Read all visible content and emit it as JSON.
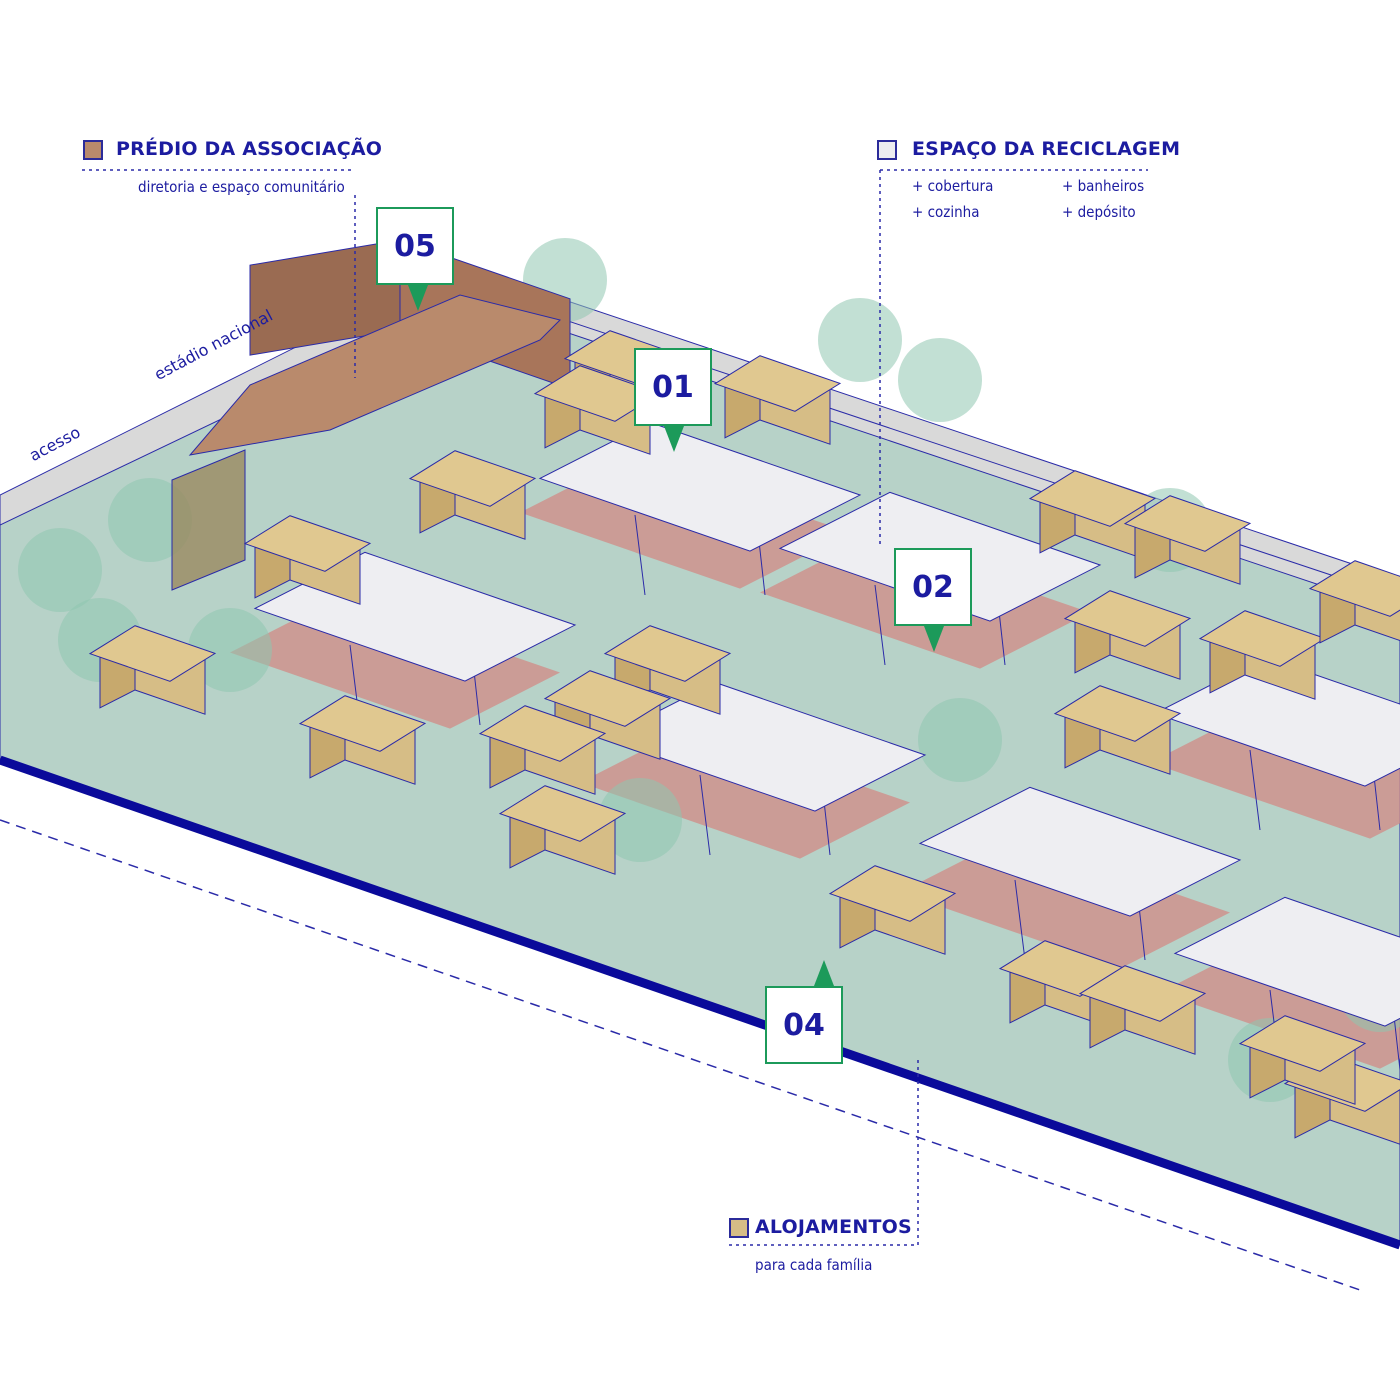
{
  "legend": {
    "association": {
      "title": "PRÉDIO DA ASSOCIAÇÃO",
      "subtitle": "diretoria e espaço comunitário",
      "color": "#b98a6c"
    },
    "recycling": {
      "title": "ESPAÇO DA RECICLAGEM",
      "items": [
        "+ cobertura",
        "+ banheiros",
        "+ cozinha",
        "+ depósito"
      ],
      "color": "#ececf0"
    },
    "housing": {
      "title": "ALOJAMENTOS",
      "subtitle": "para cada família",
      "color": "#d6bd86"
    }
  },
  "annotations": {
    "stadium": "estádio nacional",
    "access": "acesso"
  },
  "callouts": [
    "01",
    "02",
    "04",
    "05"
  ],
  "colors": {
    "ground": "#b7d2c8",
    "road": "#d9d9d9",
    "pavement": "#cf8e8a",
    "roof": "#eeeef2",
    "house": "#d6bd86",
    "association": "#a8755a",
    "tree": "#8fc7b0",
    "line": "#2a2aa8",
    "edge": "#0a0a9a"
  }
}
